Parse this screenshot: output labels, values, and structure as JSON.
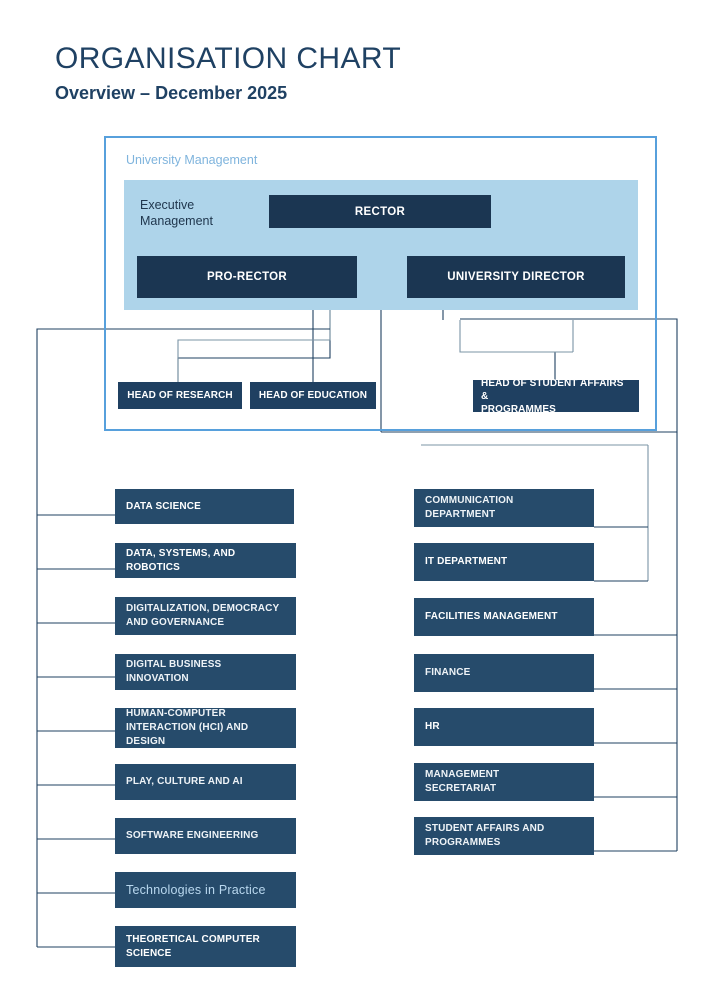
{
  "header": {
    "title": "ORGANISATION CHART",
    "subtitle": "Overview – December 2025"
  },
  "colors": {
    "frame_border": "#57a0dc",
    "exec_panel": "#aed4ea",
    "exec_box": "#1b3652",
    "head_box": "#1f4061",
    "dept_box": "#264b6b",
    "connector_dark": "#1f4061",
    "connector_grey": "#7b94a6",
    "title_text": "#1f4163"
  },
  "university_management": {
    "frame_label": "University Management",
    "executive_label": "Executive\nManagement",
    "executive": [
      {
        "id": "rector",
        "label": "RECTOR"
      },
      {
        "id": "pro-rector",
        "label": "PRO-RECTOR"
      },
      {
        "id": "university-director",
        "label": "UNIVERSITY DIRECTOR"
      }
    ],
    "heads": [
      {
        "id": "head-of-research",
        "label": "HEAD OF RESEARCH"
      },
      {
        "id": "head-of-education",
        "label": "HEAD OF EDUCATION"
      },
      {
        "id": "head-of-student-affairs",
        "label": "HEAD OF STUDENT AFFAIRS &\nPROGRAMMES"
      }
    ]
  },
  "departments_left": [
    {
      "id": "data-science",
      "label": "DATA SCIENCE",
      "style": "bright"
    },
    {
      "id": "data-systems-and-robotics",
      "label": "DATA, SYSTEMS, AND ROBOTICS",
      "style": "bright"
    },
    {
      "id": "digitalization-democracy-and-governance",
      "label": "DIGITALIZATION, DEMOCRACY\nAND GOVERNANCE",
      "style": "normal"
    },
    {
      "id": "digital-business-innovation",
      "label": "DIGITAL BUSINESS INNOVATION",
      "style": "normal"
    },
    {
      "id": "human-computer-interaction-and-design",
      "label": "HUMAN-COMPUTER\nINTERACTION (HCI) AND DESIGN",
      "style": "normal"
    },
    {
      "id": "play-culture-and-ai",
      "label": "PLAY, CULTURE AND AI",
      "style": "normal"
    },
    {
      "id": "software-engineering",
      "label": "SOFTWARE ENGINEERING",
      "style": "normal"
    },
    {
      "id": "technologies-in-practice",
      "label": "Technologies in Practice",
      "style": "soft"
    },
    {
      "id": "theoretical-computer-science",
      "label": "THEORETICAL COMPUTER\nSCIENCE",
      "style": "bright"
    }
  ],
  "departments_right": [
    {
      "id": "communication-department",
      "label": "COMMUNICATION\nDEPARTMENT",
      "style": "normal"
    },
    {
      "id": "it-department",
      "label": "IT DEPARTMENT",
      "style": "bright"
    },
    {
      "id": "facilities-management",
      "label": "FACILITIES MANAGEMENT",
      "style": "bright"
    },
    {
      "id": "finance",
      "label": "FINANCE",
      "style": "normal"
    },
    {
      "id": "hr",
      "label": "HR",
      "style": "bright"
    },
    {
      "id": "management-secretariat",
      "label": "MANAGEMENT\nSECRETARIAT",
      "style": "normal"
    },
    {
      "id": "student-affairs-and-programmes",
      "label": "STUDENT AFFAIRS AND\nPROGRAMMES",
      "style": "normal"
    }
  ]
}
